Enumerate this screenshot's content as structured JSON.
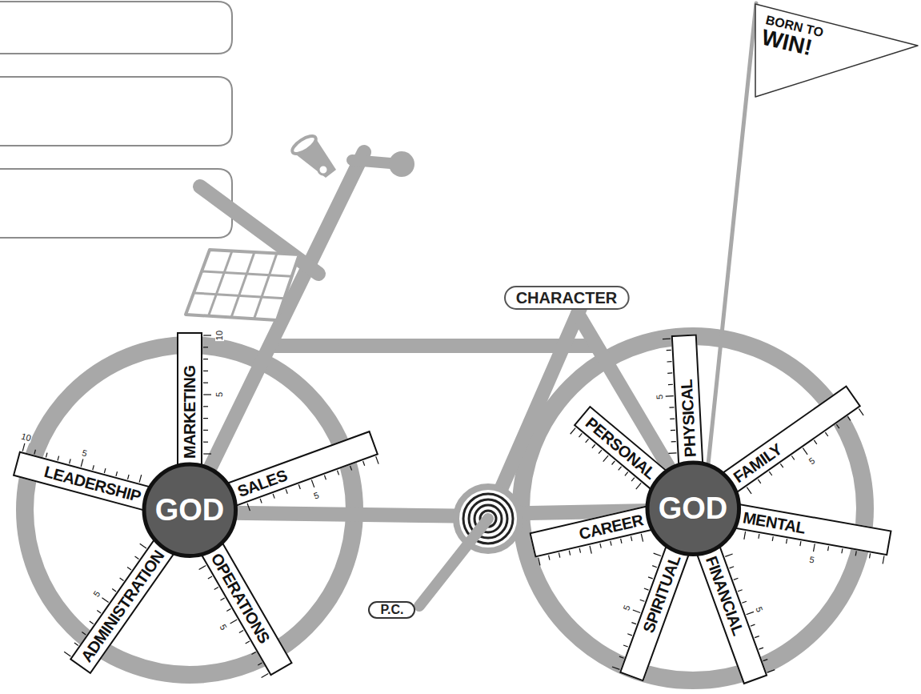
{
  "diagram": {
    "nodes": [
      {
        "text": [
          "BORN TO",
          "WIN!"
        ]
      },
      {
        "text": [
          "CHARACTER"
        ]
      },
      {
        "text": [
          "GOD"
        ]
      },
      {
        "text": [
          "MARKETING"
        ]
      },
      {
        "text": [
          "SALES"
        ]
      },
      {
        "text": [
          "LEADERSHIP"
        ]
      },
      {
        "text": [
          "ADMINISTRATION"
        ]
      },
      {
        "text": [
          "OPERATIONS"
        ]
      },
      {
        "text": [
          "GOD"
        ]
      },
      {
        "text": [
          "PERSONAL"
        ]
      },
      {
        "text": [
          "PHYSICAL"
        ]
      },
      {
        "text": [
          "FAMILY"
        ]
      },
      {
        "text": [
          "CAREER"
        ]
      },
      {
        "text": [
          "MENTAL"
        ]
      },
      {
        "text": [
          "SPIRITUAL"
        ]
      },
      {
        "text": [
          "FINANCIAL"
        ]
      },
      {
        "text": [
          "P.C."
        ]
      }
    ],
    "labels": [
      "10",
      "5",
      "5",
      "5",
      "5",
      "10",
      "5",
      "5",
      "5",
      "5",
      "5",
      "5"
    ]
  }
}
